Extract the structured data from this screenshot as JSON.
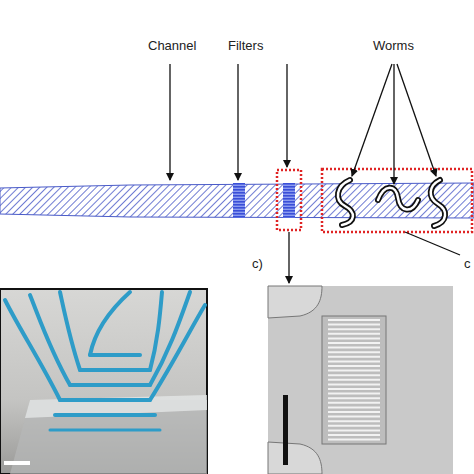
{
  "diagram": {
    "labels": [
      "Channel",
      "Filters",
      "Worms",
      "c)",
      "c"
    ]
  }
}
